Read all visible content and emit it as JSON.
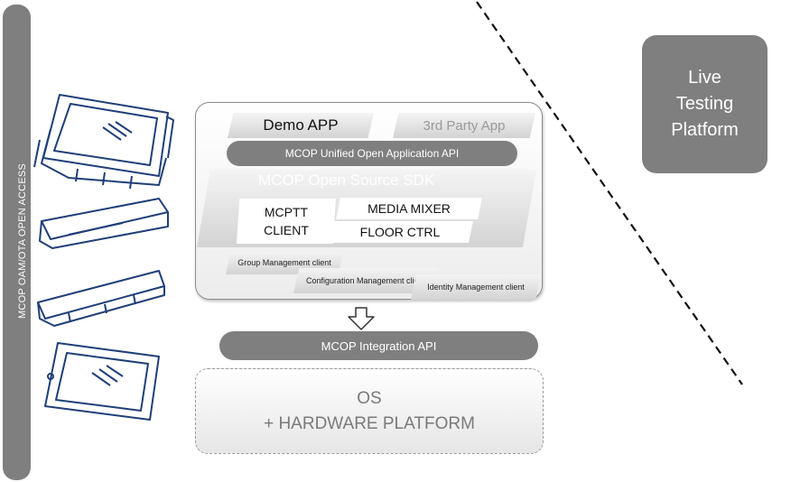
{
  "sidebar": {
    "label": "MCOP OAM/OTA OPEN ACCESS"
  },
  "live_platform": {
    "line1": "Live",
    "line2": "Testing",
    "line3": "Platform"
  },
  "sdk": {
    "demo_app": "Demo APP",
    "third_party_app": "3rd Party App",
    "unified_api": "MCOP Unified Open Application API",
    "title": "MCOP Open Source SDK",
    "mcptt_client": "MCPTT\nCLIENT",
    "media_mixer": "MEDIA MIXER",
    "floor_ctrl": "FLOOR CTRL",
    "group_mgmt": "Group Management client",
    "config_mgmt": "Configuration Management client",
    "identity_mgmt": "Identity Management client"
  },
  "integration_api": "MCOP Integration API",
  "os": {
    "line1": "OS",
    "line2": "+ HARDWARE PLATFORM"
  },
  "colors": {
    "gray_fill": "#7f7f7f",
    "device_blue": "#1f3f78"
  }
}
